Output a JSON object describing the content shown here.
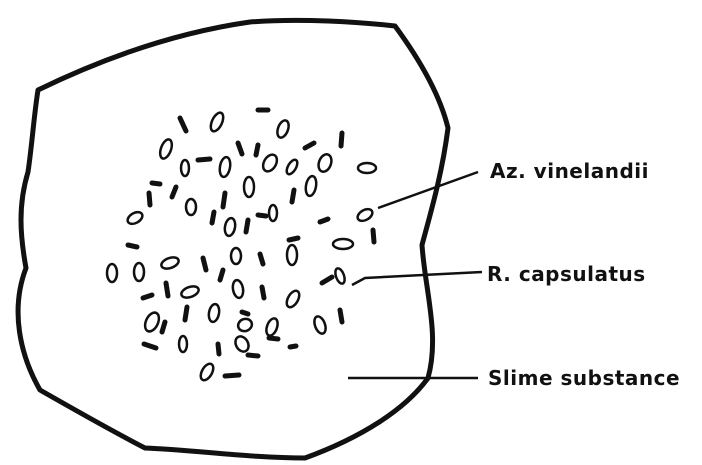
{
  "labels": {
    "azotobacter": "Az. vinelandii",
    "rhodobacter": "R. capsulatus",
    "slime": "Slime  substance"
  },
  "colors": {
    "ink": "#111111",
    "background": "#ffffff"
  }
}
